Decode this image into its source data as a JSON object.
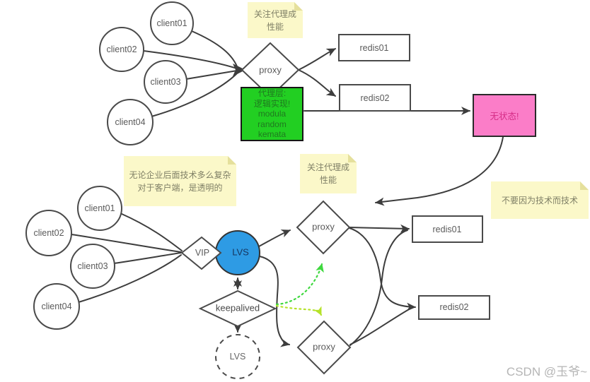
{
  "top_flow": {
    "clients": [
      "client01",
      "client02",
      "client03",
      "client04"
    ],
    "proxy_label": "proxy",
    "redis_nodes": [
      "redis01",
      "redis02"
    ],
    "note_performance": "关注代理成\n性能",
    "proxy_layer_box": "代理层:\n逻辑实现!\nmodula\nrandom\nkemata",
    "stateless_box": "无状态!"
  },
  "bottom_flow": {
    "clients": [
      "client01",
      "client02",
      "client03",
      "client04"
    ],
    "note_transparent": "无论企业后面技术多么复杂\n对于客户端，是透明的",
    "note_performance": "关注代理成\n性能",
    "note_tech": "不要因为技术而技术",
    "vip_label": "VIP",
    "lvs_label": "LVS",
    "keepalived_label": "keepalived",
    "lvs_standby_label": "LVS",
    "proxy_upper_label": "proxy",
    "proxy_lower_label": "proxy",
    "redis_nodes": [
      "redis01",
      "redis02"
    ]
  },
  "watermark": "CSDN @玉爷~",
  "colors": {
    "line": "#3d3d3d",
    "node_stroke": "#4a4a4a",
    "sticky_bg": "#fbf8c9",
    "green_box_bg": "#22cf22",
    "pink_box_bg": "#fb7dc8",
    "lvs_fill": "#2e9be4",
    "green_arrow": "#3fd83f",
    "yellow_green_arrow": "#b5e229"
  }
}
